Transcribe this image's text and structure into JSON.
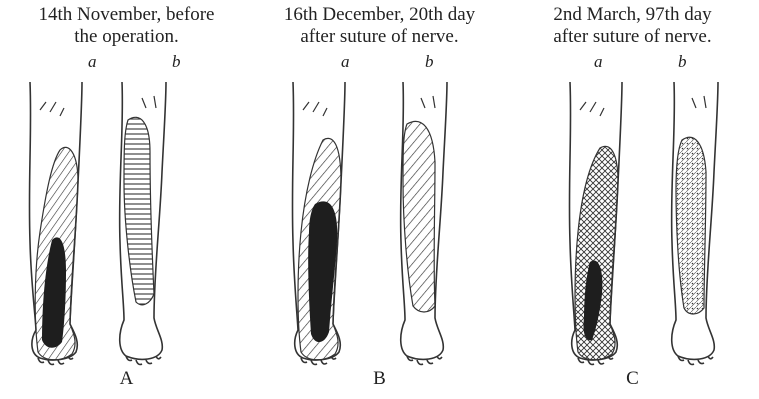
{
  "panels": [
    {
      "caption_line1": "14th November, before",
      "caption_line2": "the operation.",
      "sub_a": "a",
      "sub_b": "b",
      "letter": "A"
    },
    {
      "caption_line1": "16th December, 20th day",
      "caption_line2": "after suture of nerve.",
      "sub_a": "a",
      "sub_b": "b",
      "letter": "B"
    },
    {
      "caption_line1": "2nd March, 97th day",
      "caption_line2": "after suture of nerve.",
      "sub_a": "a",
      "sub_b": "b",
      "letter": "C"
    }
  ]
}
